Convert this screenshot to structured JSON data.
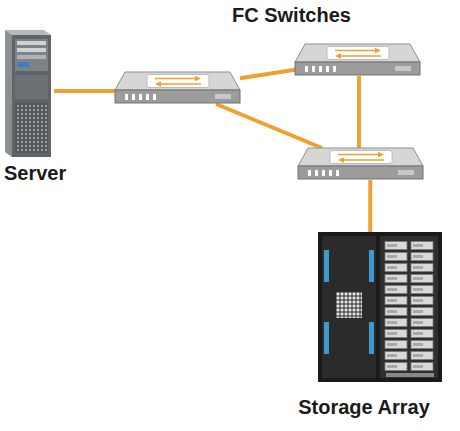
{
  "diagram": {
    "nodes": [
      {
        "text": [
          "Server"
        ]
      },
      {
        "text": []
      },
      {
        "text": []
      },
      {
        "text": []
      },
      {
        "text": [
          "Storage Array"
        ]
      }
    ],
    "edges": [
      {
        "from": 0,
        "to": 1,
        "arrow": "none"
      },
      {
        "from": 1,
        "to": 2,
        "arrow": "none"
      },
      {
        "from": 1,
        "to": 3,
        "arrow": "none"
      },
      {
        "from": 2,
        "to": 3,
        "arrow": "none"
      },
      {
        "from": 3,
        "to": 4,
        "arrow": "none"
      }
    ],
    "labels": [
      "FC Switches"
    ]
  }
}
